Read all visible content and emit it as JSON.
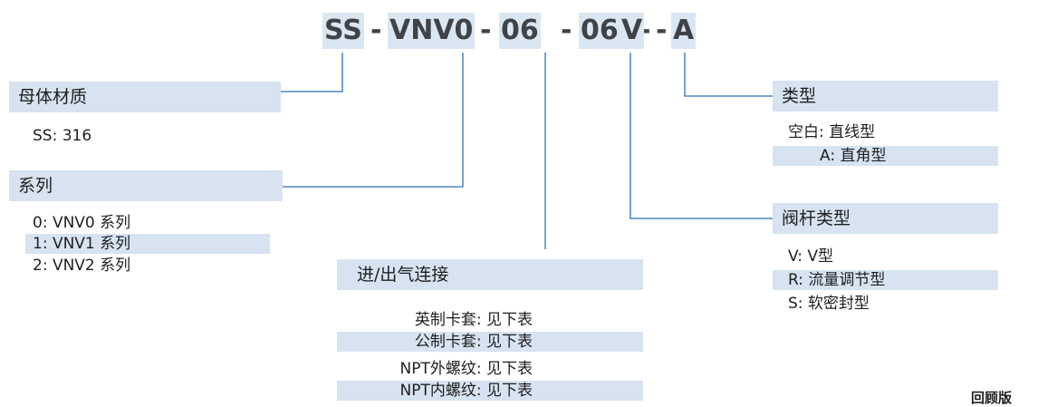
{
  "code": {
    "parts": [
      "SS",
      "-",
      "VNV0",
      "-",
      "06",
      "-",
      "06",
      "-",
      "V",
      "-",
      "A"
    ]
  },
  "groups": {
    "body_material": {
      "title": "母体材质",
      "items": [
        "SS: 316"
      ]
    },
    "series": {
      "title": "系列",
      "items": [
        "0:  VNV0 系列",
        "1:  VNV1 系列",
        "2:  VNV2 系列"
      ]
    },
    "connection": {
      "title": "进/出气连接",
      "items": [
        "英制卡套:  见下表",
        "公制卡套:  见下表",
        "NPT外螺纹:  见下表",
        "NPT内螺纹:  见下表"
      ]
    },
    "type": {
      "title": "类型",
      "items": [
        "空白:  直线型",
        "A:  直角型"
      ]
    },
    "stem_type": {
      "title": "阀杆类型",
      "items": [
        "V:  V型",
        "R:  流量调节型",
        "S:  软密封型"
      ]
    }
  },
  "logo_text": "回顾版"
}
